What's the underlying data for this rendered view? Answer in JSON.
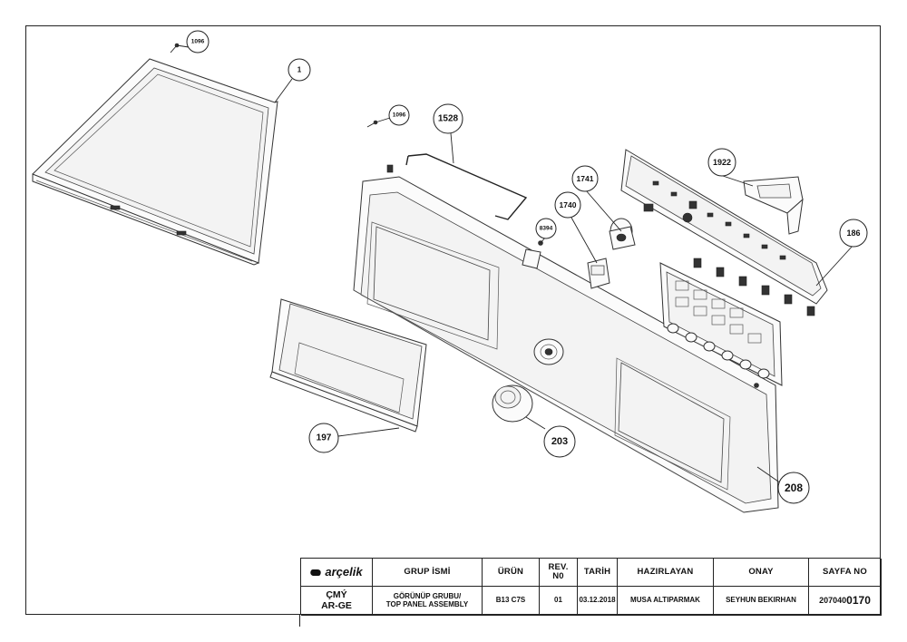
{
  "callouts": {
    "c1096a": "1096",
    "c1": "1",
    "c1096b": "1096",
    "c1528": "1528",
    "c1741": "1741",
    "c1740": "1740",
    "c8394": "8394",
    "c1922": "1922",
    "c186": "186",
    "c197": "197",
    "c203": "203",
    "c208": "208"
  },
  "title_block": {
    "logo": "arçelik",
    "header_group": "GRUP İSMİ",
    "header_product": "ÜRÜN",
    "header_rev_line1": "REV.",
    "header_rev_line2": "N0",
    "header_date": "TARİH",
    "header_prepared": "HAZIRLAYAN",
    "header_approval": "ONAY",
    "header_sheet": "SAYFA NO",
    "dept_line1": "ÇMÝ",
    "dept_line2": "AR-GE",
    "group_name_line1": "GÖRÜNÜP GRUBU/",
    "group_name_line2": "TOP PANEL ASSEMBLY",
    "product": "B13 C7S",
    "revision": "01",
    "date": "03.12.2018",
    "prepared_by": "MUSA ALTIPARMAK",
    "approved_by": "SEYHUN BEKIRHAN",
    "sheet_prefix": "207040",
    "sheet_suffix": "0170"
  }
}
